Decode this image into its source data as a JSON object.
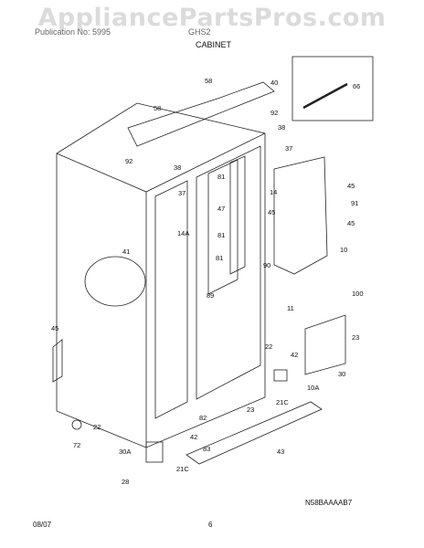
{
  "watermark": "AppliancePartsPros.com",
  "header": {
    "left": "Publication No: 5995",
    "mid": "GHS2",
    "section": "CABINET"
  },
  "footer": {
    "date": "08/07",
    "page": "6",
    "figure_code": "N58BAAAAB7"
  },
  "callouts": [
    "58",
    "40",
    "66",
    "58",
    "92",
    "38",
    "37",
    "92",
    "38",
    "81",
    "37",
    "47",
    "14",
    "45",
    "91",
    "45",
    "14A",
    "81",
    "45",
    "41",
    "81",
    "10",
    "90",
    "11",
    "100",
    "89",
    "45",
    "23",
    "22",
    "42",
    "10A",
    "30",
    "21C",
    "23",
    "82",
    "22",
    "42",
    "83",
    "72",
    "43",
    "30A",
    "21C",
    "28"
  ]
}
